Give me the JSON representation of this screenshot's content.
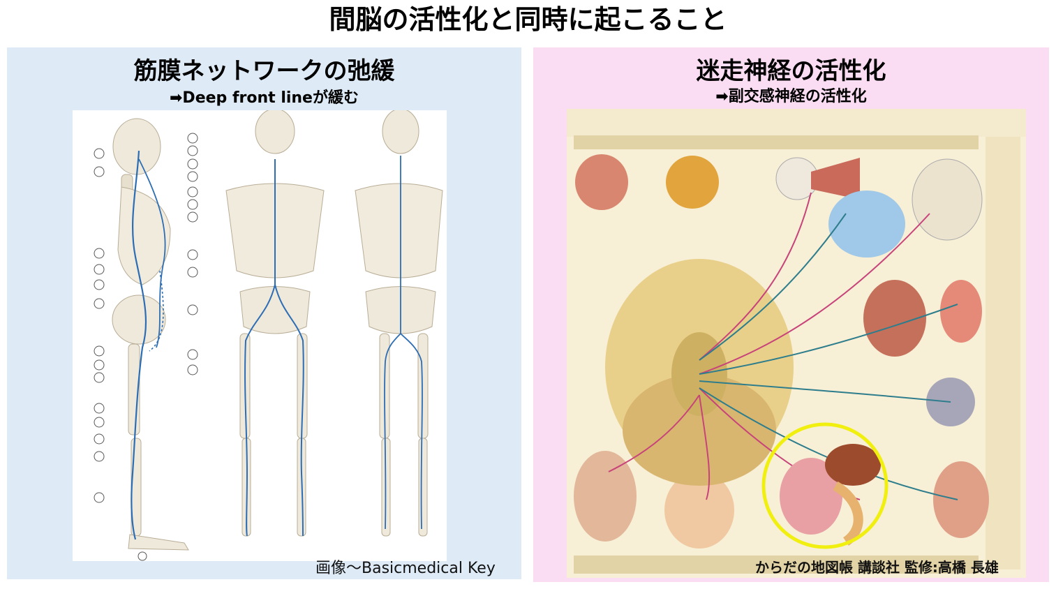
{
  "slide": {
    "title": "間脳の活性化と同時に起こること"
  },
  "left_panel": {
    "title": "筋膜ネットワークの弛緩",
    "subtitle": "➡Deep front lineが緩む",
    "image_credit": "画像～Basicmedical Key"
  },
  "right_panel": {
    "title": "迷走神経の活性化",
    "subtitle": "➡副交感神経の活性化",
    "figure_credit": "からだの地図帳 講談社 監修:高橋 長雄"
  },
  "colors": {
    "left_panel_bg": "#deebf7",
    "right_panel_bg": "#fadcf3",
    "fascia_line": "#2d6db3",
    "highlight_circle": "#f0ef10"
  }
}
